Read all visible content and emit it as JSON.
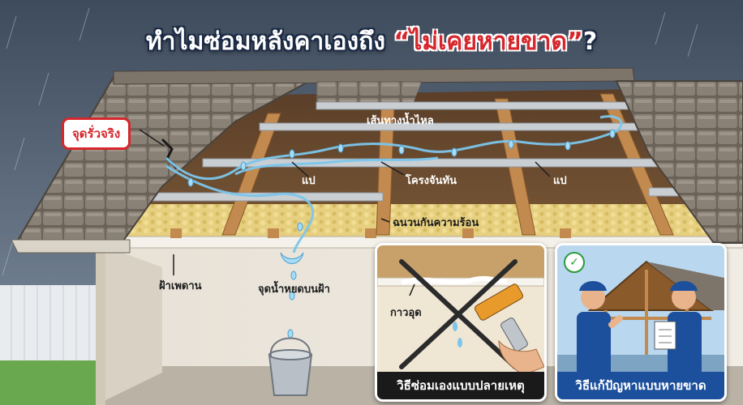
{
  "title": {
    "prefix": "ทำไมซ่อมหลังคาเองถึง",
    "highlight": "“ไม่เคยหายขาด”",
    "suffix": "?"
  },
  "labels": {
    "leak_point": "จุดรั่วจริง",
    "water_path": "เส้นทางน้ำไหล",
    "purlin_left": "แป",
    "rafter": "โครงจันทัน",
    "purlin_right": "แป",
    "insulation": "ฉนวนกันความร้อน",
    "ceiling": "ฝ้าเพดาน",
    "drip_point": "จุดน้ำหยดบนฝ้า",
    "sealant": "กาวอุด"
  },
  "panels": {
    "diy": {
      "caption": "วิธีซ่อมเองแบบปลายเหตุ"
    },
    "pro": {
      "caption": "วิธีแก้ปัญหาแบบหายขาด"
    }
  },
  "colors": {
    "accent_red": "#d6262b",
    "pro_blue": "#1c4f9c",
    "water": "#7cc6ec"
  }
}
